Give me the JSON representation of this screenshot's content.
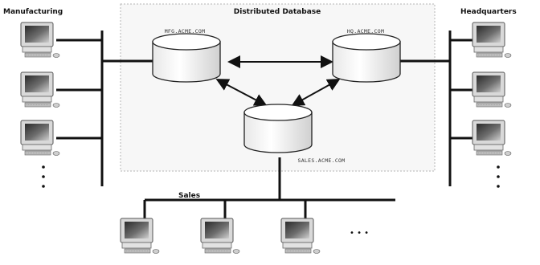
{
  "sections": {
    "manufacturing": "Manufacturing",
    "headquarters": "Headquarters",
    "distributed_database": "Distributed Database",
    "sales": "Sales"
  },
  "databases": {
    "mfg": "MFG.ACME.COM",
    "hq": "HQ.ACME.COM",
    "sales": "SALES.ACME.COM"
  },
  "ellipsis_symbol": "• • •",
  "colors": {
    "line": "#111111",
    "region_border": "#b5b5b5",
    "region_fill": "#f7f7f7",
    "db_fill": "#ffffff",
    "db_stroke": "#222222",
    "monitor_frame": "#d9d9d9",
    "monitor_screen": "#5a5a5a"
  }
}
